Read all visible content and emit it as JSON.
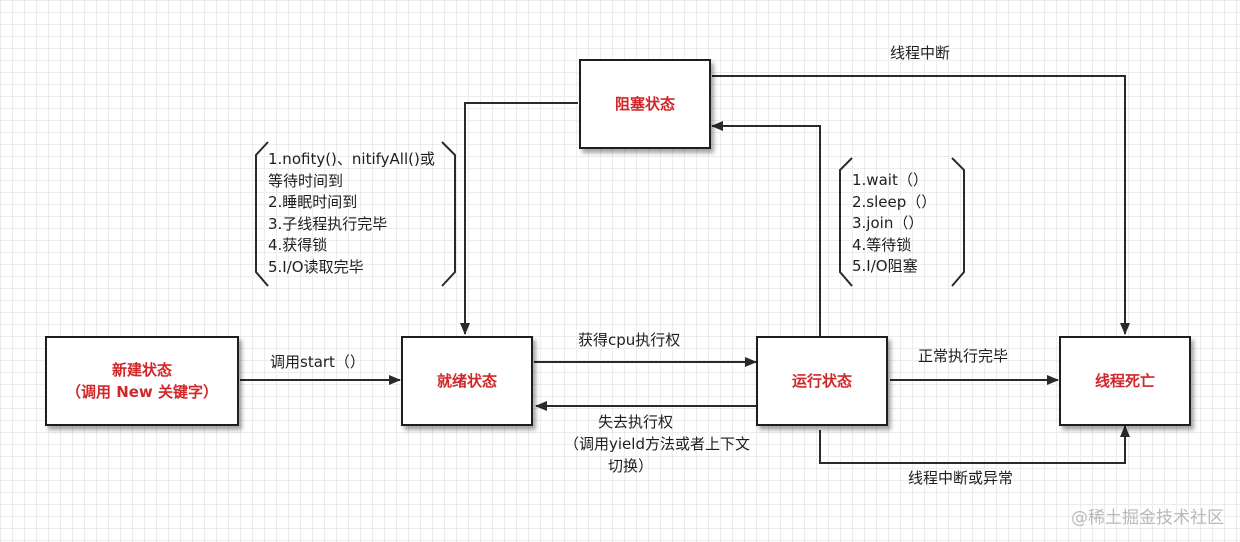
{
  "states": {
    "new": {
      "line1": "新建状态",
      "line2": "（调用 New 关键字）"
    },
    "ready": {
      "label": "就绪状态"
    },
    "running": {
      "label": "运行状态"
    },
    "blocked": {
      "label": "阻塞状态"
    },
    "dead": {
      "label": "线程死亡"
    }
  },
  "transitions": {
    "start": "调用start（）",
    "get_cpu": "获得cpu执行权",
    "lose_cpu_line1": "失去执行权",
    "lose_cpu_line2": "（调用yield方法或者上下文",
    "lose_cpu_line3": "切换）",
    "normal_finish": "正常执行完毕",
    "interrupt_top": "线程中断",
    "interrupt_or_exception": "线程中断或异常"
  },
  "wake_conditions": [
    "1.nofity()、nitifyAll()或",
    "等待时间到",
    "2.睡眠时间到",
    "3.子线程执行完毕",
    "4.获得锁",
    "5.I/O读取完毕"
  ],
  "block_causes": [
    "1.wait（）",
    "2.sleep（）",
    "3.join（）",
    "4.等待锁",
    "5.I/O阻塞"
  ],
  "watermark": "@稀土掘金技术社区"
}
